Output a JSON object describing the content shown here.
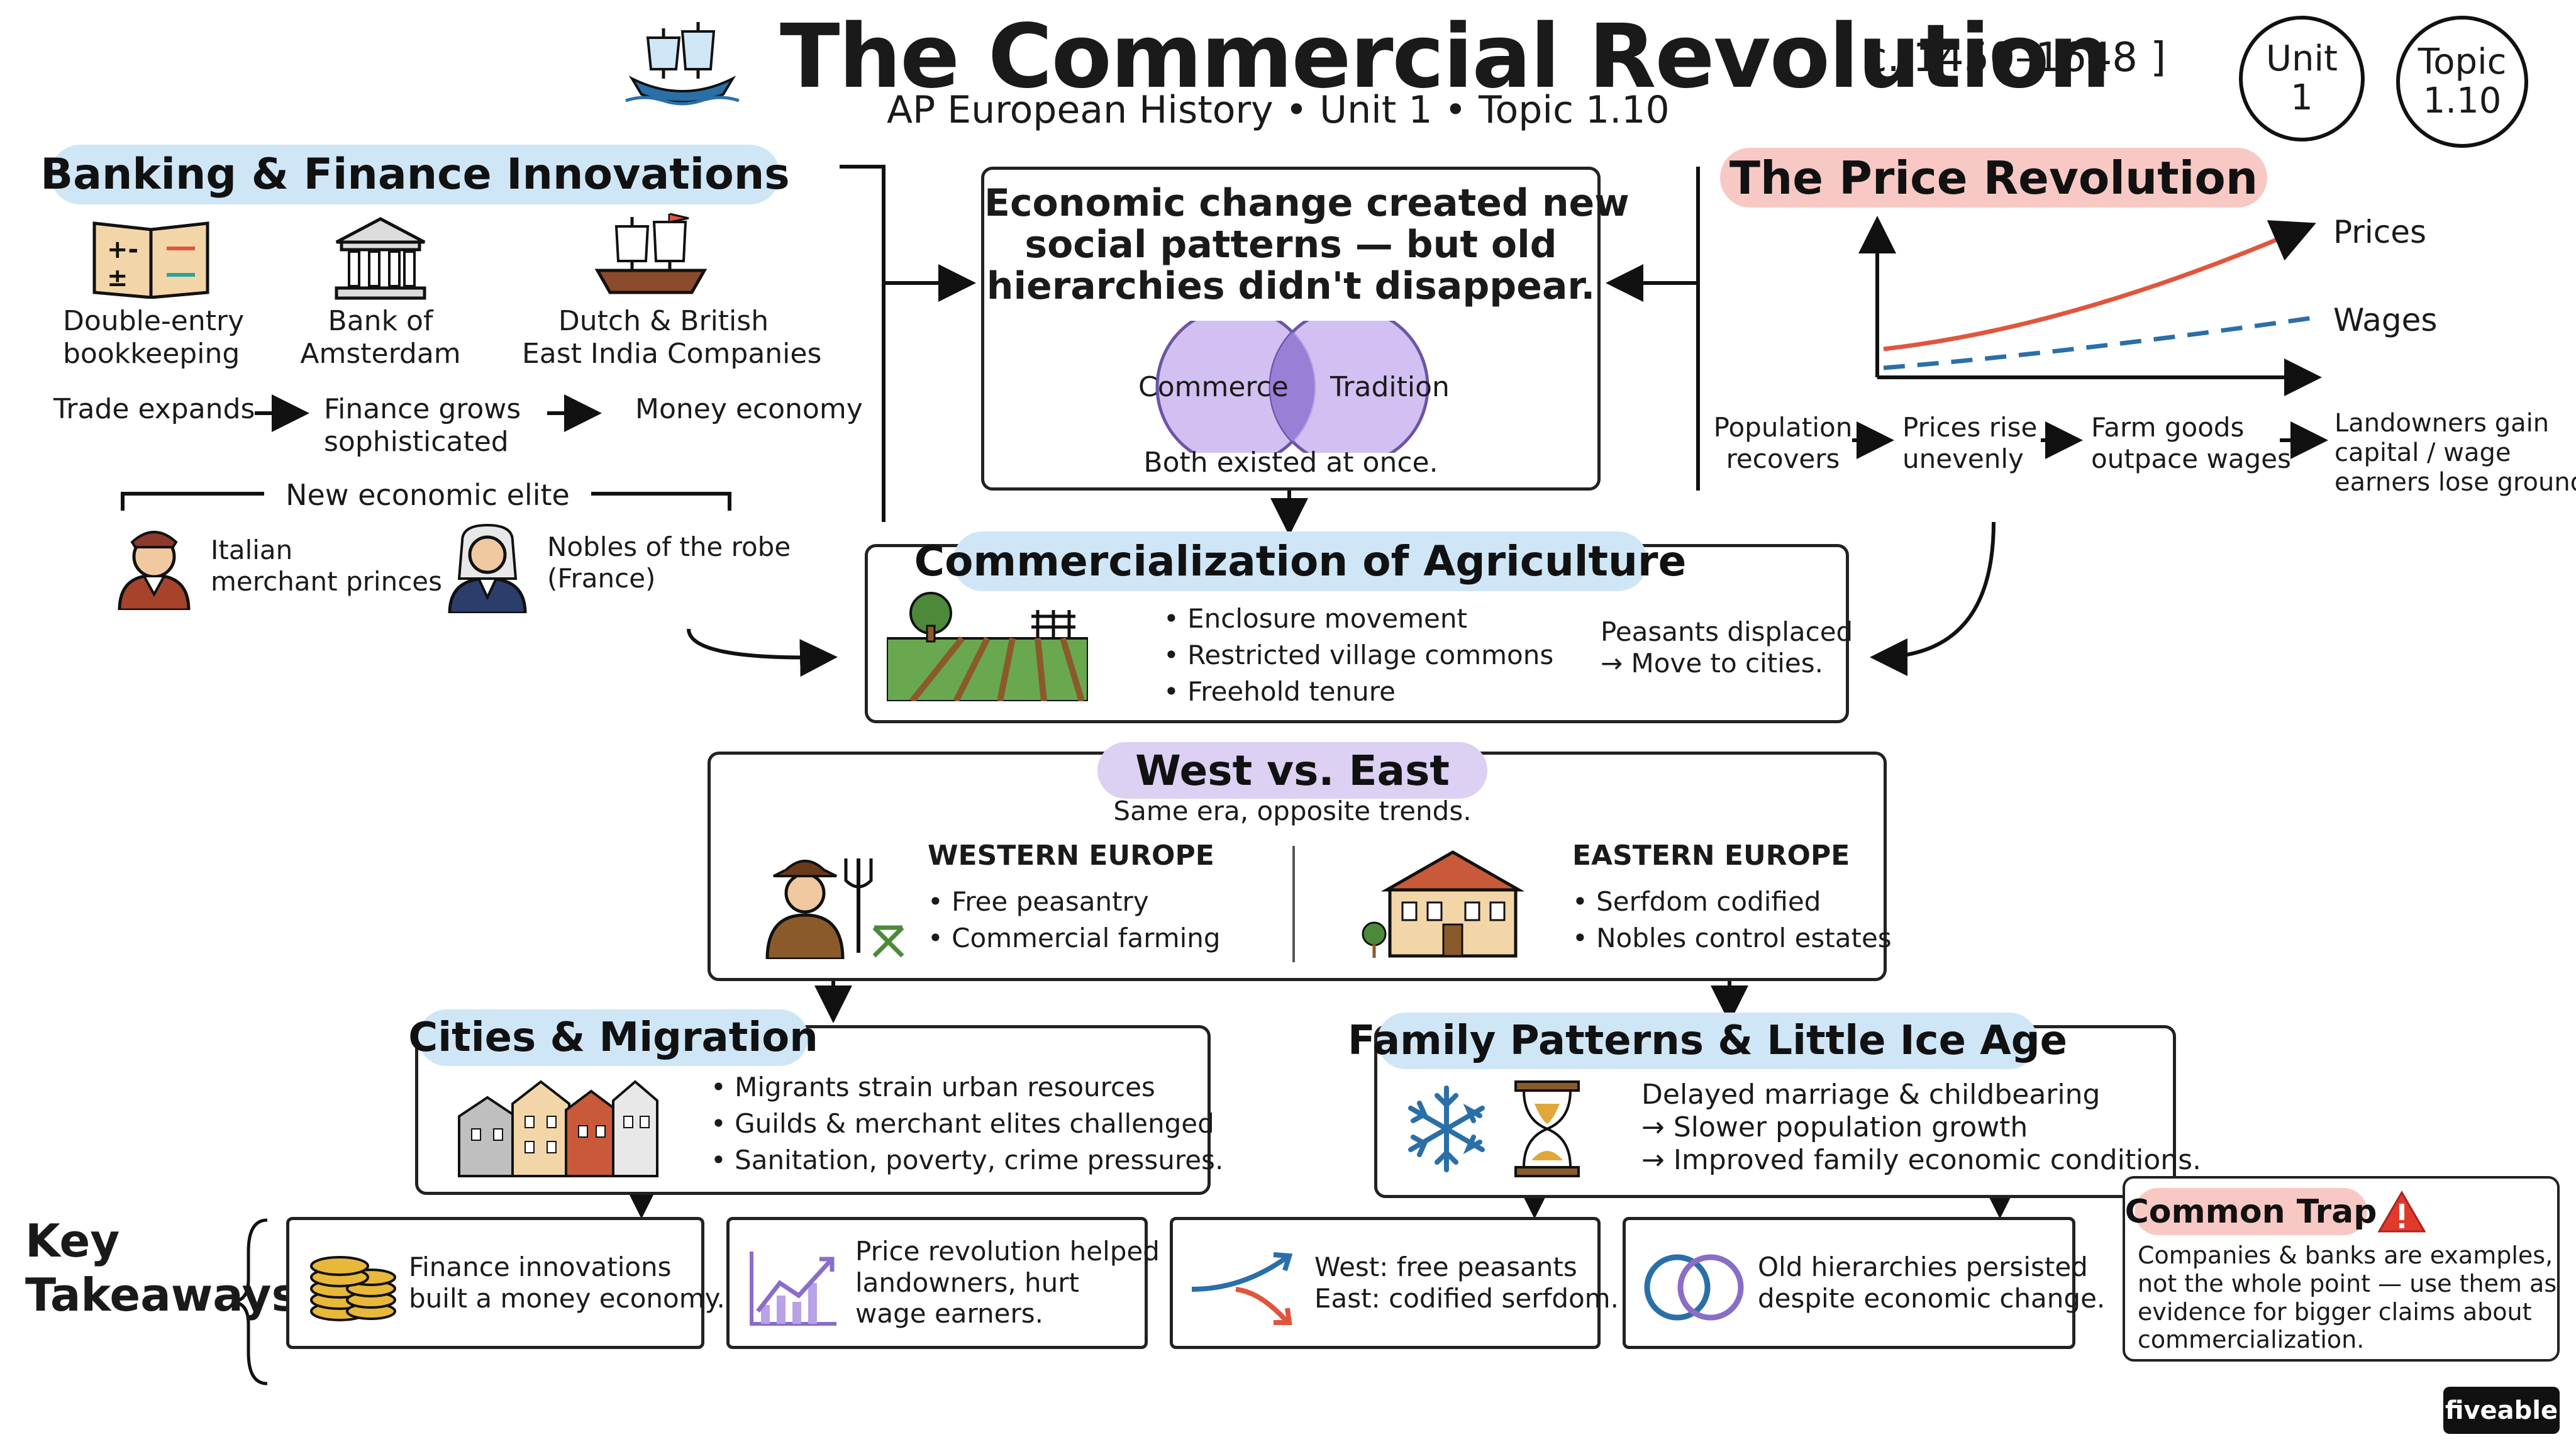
{
  "header": {
    "title": "The Commercial Revolution",
    "date_range": "[ c. 1450–1648 ]",
    "subtitle": "AP European History • Unit 1 • Topic 1.10",
    "unit_label": "Unit",
    "unit_num": "1",
    "topic_label": "Topic",
    "topic_num": "1.10"
  },
  "banking": {
    "title": "Banking & Finance Innovations",
    "item1": [
      "Double-entry",
      "bookkeeping"
    ],
    "item2": [
      "Bank of",
      "Amsterdam"
    ],
    "item3": [
      "Dutch & British",
      "East India Companies"
    ],
    "flow1": "Trade expands",
    "flow2": [
      "Finance grows",
      "sophisticated"
    ],
    "flow3": "Money economy",
    "elite_label": "New economic elite",
    "elite1": [
      "Italian",
      "merchant princes"
    ],
    "elite2": [
      "Nobles of the robe",
      "(France)"
    ]
  },
  "center": {
    "heading": [
      "Economic change created new",
      "social patterns — but old",
      "hierarchies didn't disappear."
    ],
    "venn_left": "Commerce",
    "venn_right": "Tradition",
    "caption": "Both existed at once."
  },
  "price": {
    "title": "The Price Revolution",
    "prices_label": "Prices",
    "wages_label": "Wages",
    "flow1": [
      "Population",
      "recovers"
    ],
    "flow2": [
      "Prices rise",
      "unevenly"
    ],
    "flow3": [
      "Farm goods",
      "outpace wages"
    ],
    "flow4": [
      "Landowners gain",
      "capital / wage",
      "earners lose ground."
    ]
  },
  "agri": {
    "title": "Commercialization of Agriculture",
    "bullets": [
      "Enclosure movement",
      "Restricted village commons",
      "Freehold tenure"
    ],
    "result": [
      "Peasants displaced",
      "→ Move to cities."
    ]
  },
  "westeast": {
    "title": "West vs. East",
    "subtitle": "Same era, opposite trends.",
    "west_title": "WESTERN EUROPE",
    "west_bullets": [
      "Free peasantry",
      "Commercial farming"
    ],
    "east_title": "EASTERN EUROPE",
    "east_bullets": [
      "Serfdom codified",
      "Nobles control estates"
    ]
  },
  "cities": {
    "title": "Cities & Migration",
    "bullets": [
      "Migrants strain urban resources",
      "Guilds & merchant elites challenged",
      "Sanitation, poverty, crime pressures."
    ]
  },
  "family": {
    "title": "Family Patterns & Little Ice Age",
    "lines": [
      "Delayed marriage & childbearing",
      "→ Slower population growth",
      "→ Improved family economic conditions."
    ]
  },
  "takeaways": {
    "label": [
      "Key",
      "Takeaways:"
    ],
    "t1": [
      "Finance innovations",
      "built a money economy."
    ],
    "t2": [
      "Price revolution helped",
      "landowners, hurt",
      "wage earners."
    ],
    "t3": [
      "West: free peasants",
      "East: codified serfdom."
    ],
    "t4": [
      "Old hierarchies persisted",
      "despite economic change."
    ]
  },
  "trap": {
    "title": "Common Trap",
    "lines": [
      "Companies & banks are examples,",
      "not the whole point — use them as",
      "evidence for bigger claims about",
      "commercialization."
    ]
  },
  "brand": "fiveable",
  "colors": {
    "blue_pill": "#cfe6f7",
    "red_pill": "#f8c9c4",
    "purple_pill": "#dcd0f3",
    "prices_line": "#e0563d",
    "wages_line": "#2a6fa8"
  }
}
